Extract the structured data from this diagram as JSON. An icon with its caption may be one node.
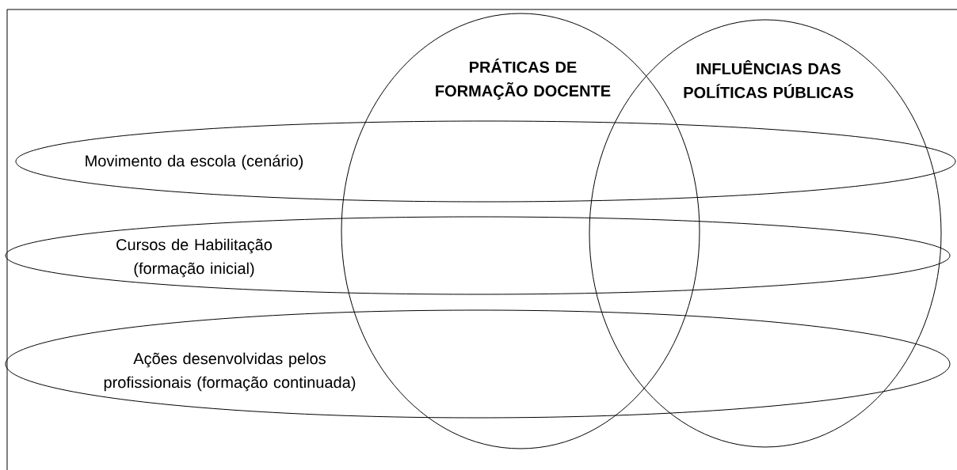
{
  "diagram": {
    "nodes": [
      {
        "text": [
          "PRÁTICAS DE FORMAÇÃO DOCENTE"
        ]
      },
      {
        "text": [
          "INFLUÊNCIAS DAS POLÍTICAS PÚBLICAS"
        ]
      },
      {
        "text": [
          "Movimento da escola (cenário)"
        ]
      },
      {
        "text": [
          "Cursos de Habilitação (formação inicial)"
        ]
      },
      {
        "text": [
          "Ações desenvolvidas pelos profissionais (formação continuada)"
        ]
      }
    ]
  }
}
